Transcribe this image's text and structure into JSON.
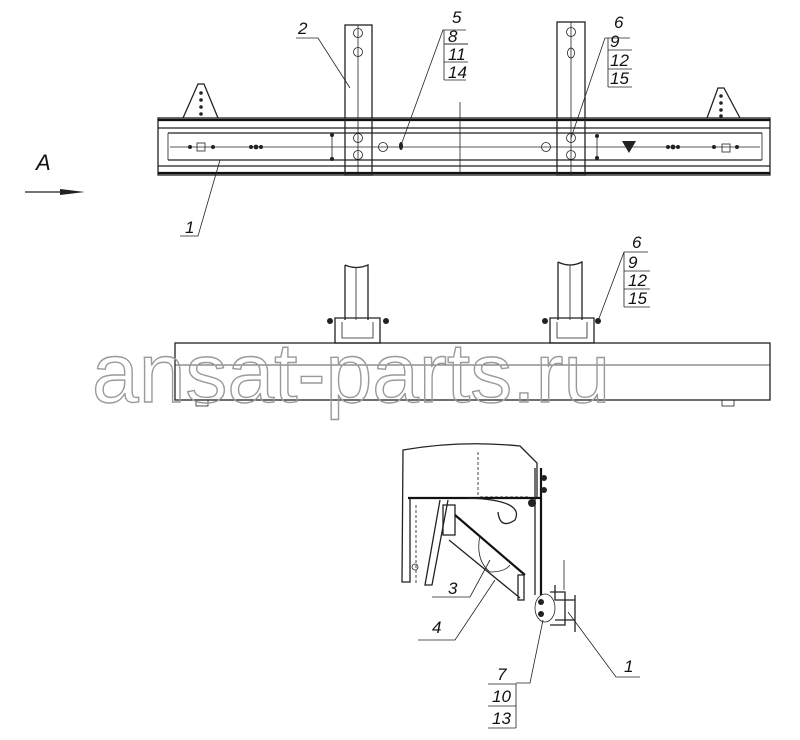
{
  "watermark": "ansat-parts.ru",
  "view_marker": "A",
  "top_view": {
    "callout_upright": "2",
    "callout_beam": "1",
    "left_group": [
      "5",
      "8",
      "11",
      "14"
    ],
    "right_group": [
      "6",
      "9",
      "12",
      "15"
    ]
  },
  "side_view": {
    "right_group": [
      "6",
      "9",
      "12",
      "15"
    ]
  },
  "section_view": {
    "callout_3": "3",
    "callout_4": "4",
    "callout_beam": "1",
    "bolt_group": [
      "7",
      "10",
      "13"
    ]
  }
}
